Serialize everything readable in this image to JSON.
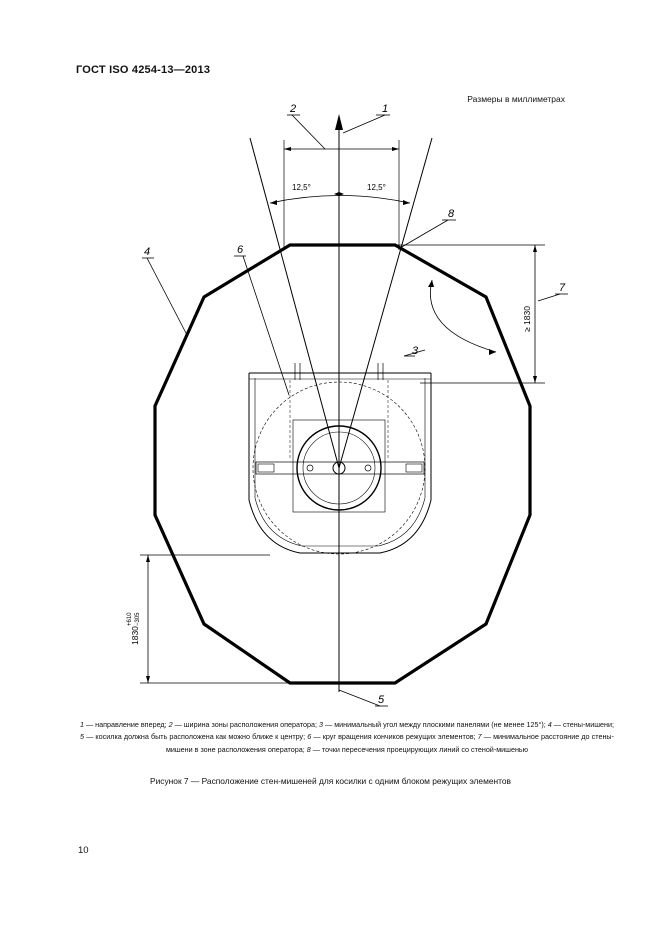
{
  "header": {
    "standard": "ГОСТ ISO 4254-13—2013"
  },
  "units_note": "Размеры в миллиметрах",
  "figure": {
    "callouts": [
      "1",
      "2",
      "3",
      "4",
      "5",
      "6",
      "7",
      "8"
    ],
    "angle_left": "12,5°",
    "angle_right": "12,5°",
    "dim_right": "≥ 1830",
    "dim_left_main": "1830",
    "dim_left_upper": "+610",
    "dim_left_lower": "−305"
  },
  "legend": [
    {
      "n": "1",
      "t": " — направление вперед; "
    },
    {
      "n": "2",
      "t": " — ширина зоны расположения оператора; "
    },
    {
      "n": "3",
      "t": " — минимальный угол между плоскими панелями (не менее 125°); "
    },
    {
      "n": "4",
      "t": " — стены-мишени; "
    },
    {
      "n": "5",
      "t": " — косилка должна быть расположена как можно ближе к центру; "
    },
    {
      "n": "6",
      "t": " — круг вращения кончиков режущих элементов; "
    },
    {
      "n": "7",
      "t": " — минимальное расстояние до стены-мишени в зоне расположения оператора; "
    },
    {
      "n": "8",
      "t": " — точки пересечения проецирующих линий со стеной-мишенью"
    }
  ],
  "caption": "Рисунок 7 — Расположение стен-мишеней для косилки с одним блоком режущих элементов",
  "page_number": "10"
}
